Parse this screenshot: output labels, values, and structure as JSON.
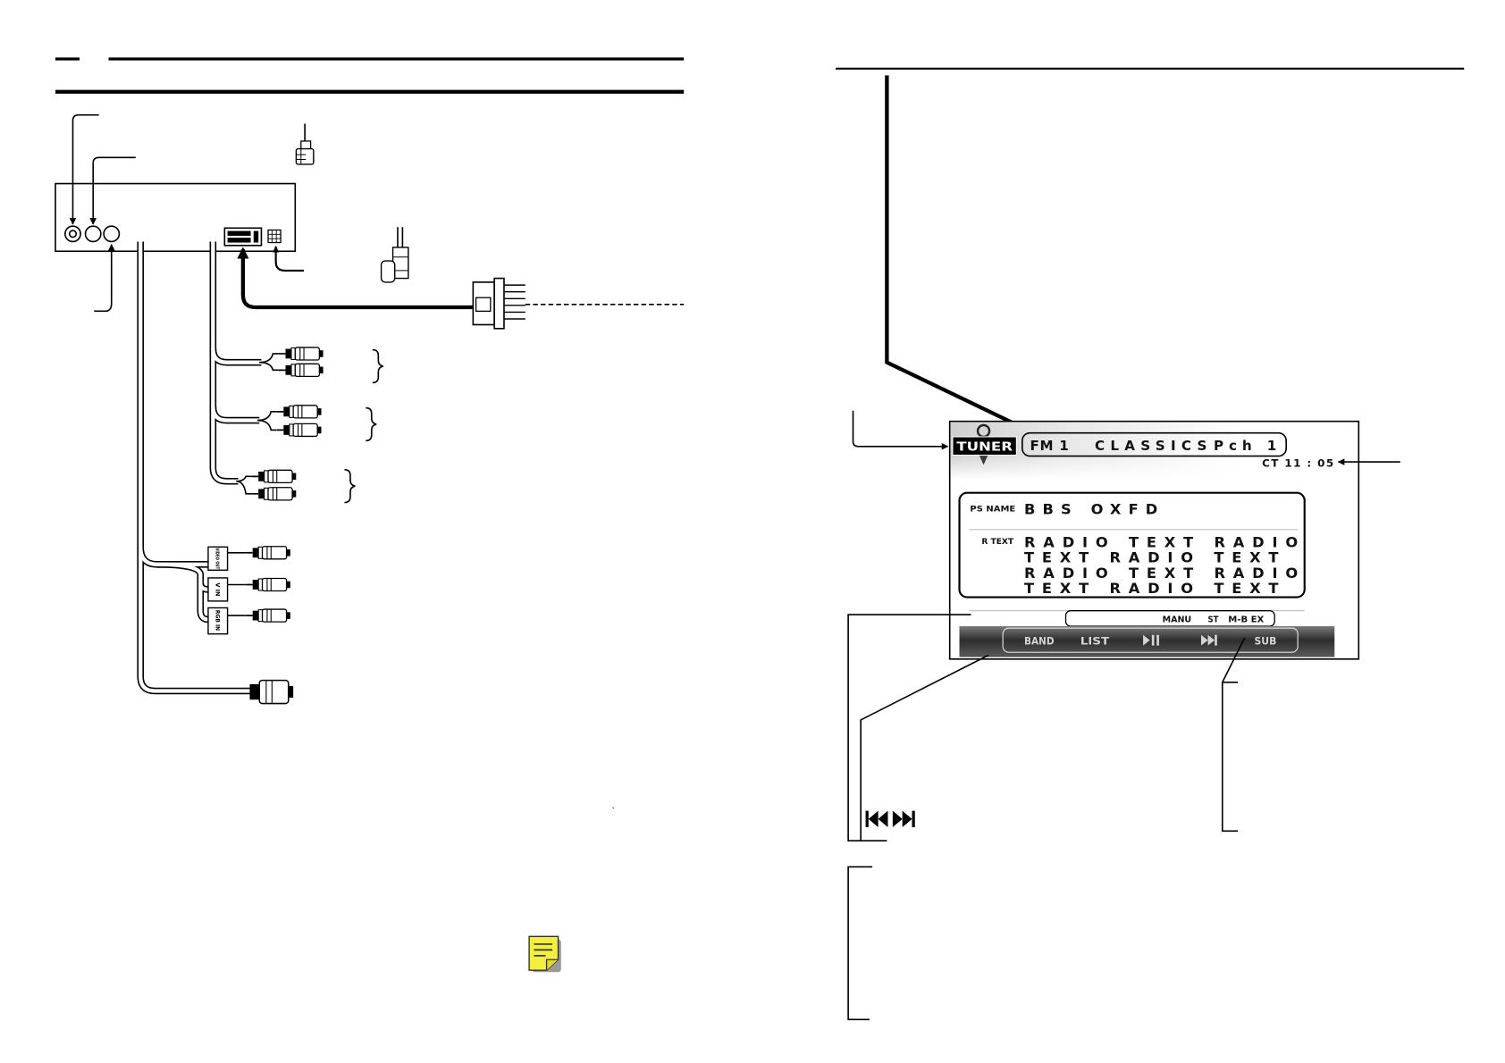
{
  "wiring": {
    "connector_labels": [
      "VIDEO OUT",
      "V IN",
      "RGB IN"
    ]
  },
  "screen": {
    "source_label": "TUNER",
    "band": "FM 1",
    "preset_name": "CLASSICS",
    "preset_channel": "Pch 1",
    "clock": "CT 11 : 05",
    "ps_name_label": "PS NAME",
    "ps_name": "BBS OXFD",
    "radio_text_label": "R TEXT",
    "radio_text_lines": [
      "RADIO TEXT RADIO",
      "TEXT RADIO TEXT",
      "RADIO TEXT RADIO",
      "TEXT RADIO TEXT"
    ],
    "status_indicators": [
      "MANU",
      "ST",
      "M-B EX"
    ],
    "control_bar": [
      {
        "label": "BAND"
      },
      {
        "label": "LIST"
      },
      {
        "icon": "play-pause-icon"
      },
      {
        "icon": "skip-forward-icon"
      },
      {
        "label": "SUB"
      }
    ]
  },
  "icons": {
    "note": "note-icon",
    "seek_buttons": [
      "skip-backward-icon",
      "skip-forward-icon"
    ],
    "screen_logo": "tuner-logo-icon"
  },
  "colors": {
    "note_icon_fill": "#f4ee3c",
    "control_bar_dark": "#2e2e2e",
    "control_bar_text": "#d4d4d4"
  }
}
